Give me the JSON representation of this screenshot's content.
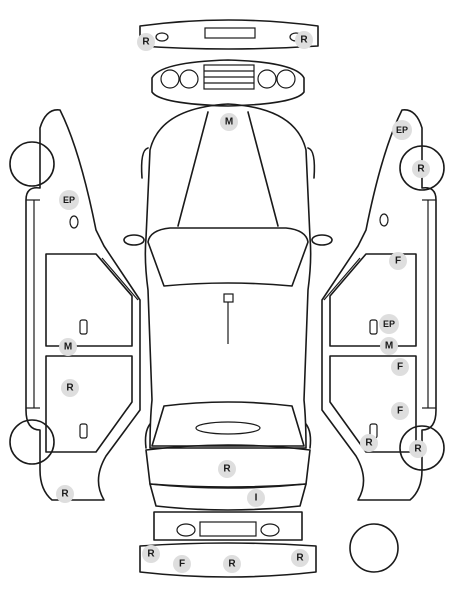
{
  "markers": [
    {
      "id": "front-bumper-left",
      "code": "R"
    },
    {
      "id": "front-bumper-right",
      "code": "R"
    },
    {
      "id": "hood",
      "code": "M"
    },
    {
      "id": "right-front-fender",
      "code": "EP"
    },
    {
      "id": "right-front-wheel",
      "code": "R"
    },
    {
      "id": "left-front-fender",
      "code": "EP"
    },
    {
      "id": "right-front-door",
      "code": "F"
    },
    {
      "id": "right-front-door-lower",
      "code": "EP"
    },
    {
      "id": "right-sill",
      "code": "M"
    },
    {
      "id": "right-rear-door",
      "code": "F"
    },
    {
      "id": "right-rear-door-lower",
      "code": "F"
    },
    {
      "id": "right-rear-quarter",
      "code": "R"
    },
    {
      "id": "right-rear-wheel",
      "code": "R"
    },
    {
      "id": "left-sill",
      "code": "M"
    },
    {
      "id": "left-rear-door",
      "code": "R"
    },
    {
      "id": "trunk-lid",
      "code": "R"
    },
    {
      "id": "left-rear-quarter",
      "code": "R"
    },
    {
      "id": "rear-panel",
      "code": "I"
    },
    {
      "id": "rear-bumper-left",
      "code": "R"
    },
    {
      "id": "rear-bumper-center-left",
      "code": "F"
    },
    {
      "id": "rear-bumper-center",
      "code": "R"
    },
    {
      "id": "rear-bumper-right",
      "code": "R"
    }
  ]
}
